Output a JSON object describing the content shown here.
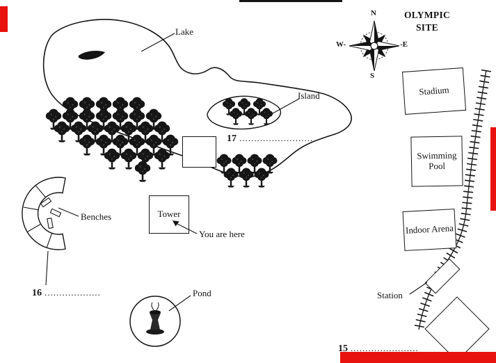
{
  "title": "OLYMPIC SITE",
  "compass": {
    "n": "N",
    "s": "S",
    "w": "W-",
    "e": "-E"
  },
  "labels": {
    "lake": "Lake",
    "island": "Island",
    "benches": "Benches",
    "tower": "Tower",
    "you_are_here": "You are here",
    "pond": "Pond",
    "station": "Station"
  },
  "venues": {
    "stadium": "Stadium",
    "swimming_pool": "Swimming Pool",
    "indoor_arena": "Indoor Arena"
  },
  "questions": {
    "q15": {
      "number": "15",
      "dots": "......................."
    },
    "q16": {
      "number": "16",
      "dots": "..................."
    },
    "q17": {
      "number": "17",
      "dots": "........................."
    }
  },
  "colors": {
    "ink": "#141414",
    "accent_red": "#e8120e",
    "paper": "#ffffff"
  }
}
